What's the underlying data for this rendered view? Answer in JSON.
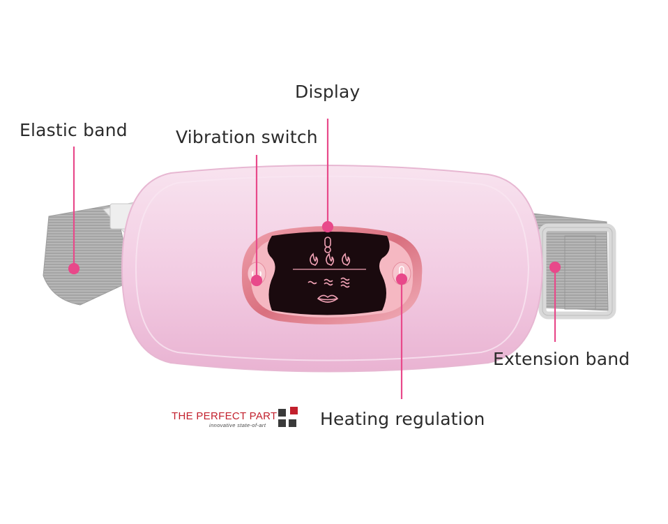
{
  "labels": {
    "display": "Display",
    "elastic_band": "Elastic band",
    "vibration_switch": "Vibration switch",
    "extension_band": "Extension band",
    "heating_regulation": "Heating regulation"
  },
  "logo": {
    "name": "THE PERFECT PART",
    "tagline": "innovative state-of-art"
  },
  "colors": {
    "leader": "#e8498a",
    "body_pink": "#f3cde4",
    "panel_rim": "#e07e92",
    "strap_gray": "#a8a8a8",
    "logo_red": "#c2202d",
    "logo_dark": "#3a3a3a"
  },
  "icons": [
    "thermometer-icon",
    "flame-icon",
    "wave-icon",
    "lips-icon",
    "power-icon",
    "temperature-icon"
  ]
}
